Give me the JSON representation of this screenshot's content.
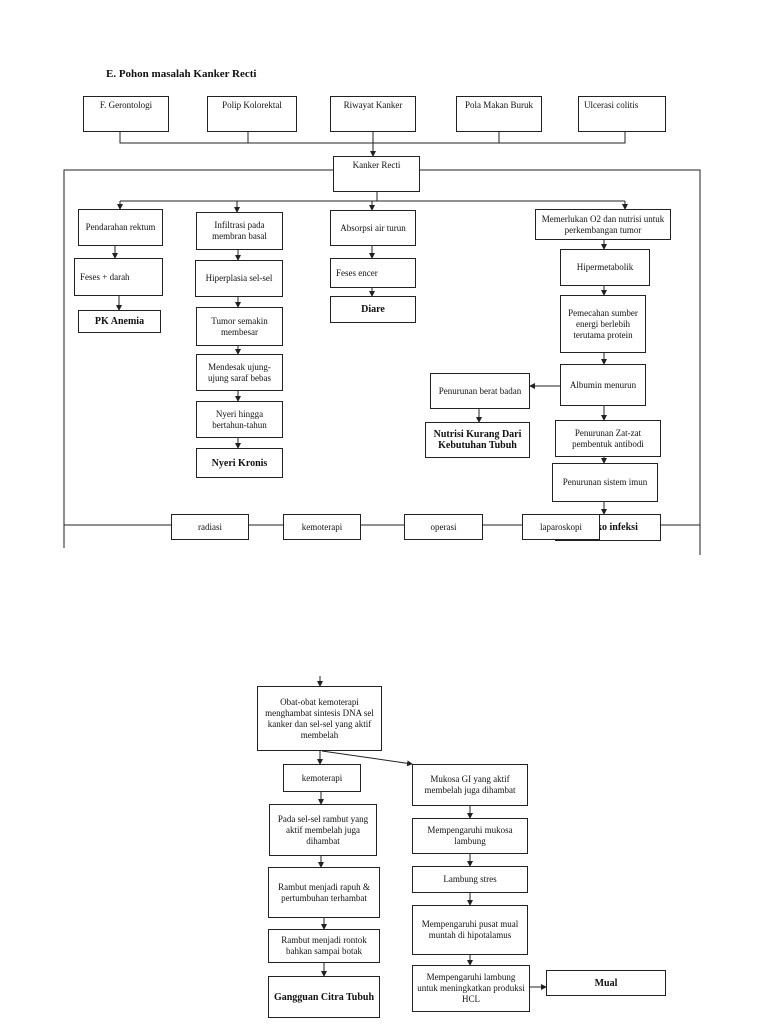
{
  "title": "E. Pohon masalah Kanker Recti",
  "causes": [
    "F. Gerontologi",
    "Polip Kolorektal",
    "Riwayat Kanker",
    "Pola Makan Buruk",
    "Ulcerasi colitis"
  ],
  "root": "Kanker Recti",
  "col1": [
    "Pendarahan rektum",
    "Feses + darah",
    "PK Anemia"
  ],
  "col2": [
    "Infiltrasi pada membran basal",
    "Hiperplasia sel-sel",
    "Tumor semakin membesar",
    "Mendesak ujung-ujung saraf bebas",
    "Nyeri hingga bertahun-tahun",
    "Nyeri Kronis"
  ],
  "col3": [
    "Absorpsi air turun",
    "Feses encer",
    "Diare"
  ],
  "col4": [
    "Memerlukan O2 dan nutrisi untuk perkembangan tumor",
    "Hipermetabolik",
    "Pemecahan sumber energi berlebih terutama protein",
    "Albumin menurun",
    "Penurunan Zat-zat pembentuk antibodi",
    "Penurunan sistem imun",
    "Resiko infeksi"
  ],
  "weight": [
    "Penurunan berat badan",
    "Nutrisi Kurang Dari Kebutuhan Tubuh"
  ],
  "treatments": [
    "radiasi",
    "kemoterapi",
    "operasi",
    "laparoskopi"
  ],
  "chemo_root": "Obat-obat kemoterapi menghambat sintesis DNA sel kanker dan sel-sel yang aktif membelah",
  "chemo_left": [
    "kemoterapi",
    "Pada sel-sel rambut yang aktif membelah juga dihambat",
    "Rambut menjadi rapuh & pertumbuhan terhambat",
    "Rambut menjadi rontok bahkan sampai botak",
    "Gangguan Citra Tubuh"
  ],
  "chemo_right": [
    "Mukosa GI yang aktif membelah juga dihambat",
    "Mempengaruhi mukosa lambung",
    "Lambung stres",
    "Mempengaruhi pusat mual muntah di hipotalamus",
    "Mempengaruhi lambung untuk meningkatkan produksi HCL"
  ],
  "nausea": "Mual"
}
